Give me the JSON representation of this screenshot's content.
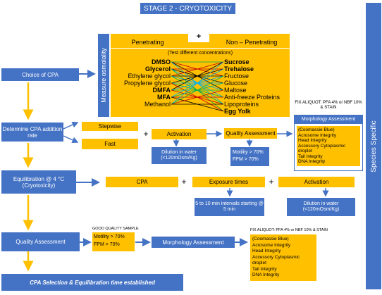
{
  "title": "STAGE 2 - CRYOTOXICITY",
  "side_label": "Species Specific",
  "osmolality_label": "Measure osmolality",
  "cpa": {
    "penetrating_header": "Penetrating",
    "plus": "+",
    "non_penetrating_header": "Non – Penetrating",
    "test_note": "(Test different concentrations)",
    "penetrating": [
      "DMSO",
      "Glycerol",
      "Ethylene glycol",
      "Propylene glycol",
      "DMFA",
      "MFA",
      "Methanol"
    ],
    "non_penetrating": [
      "Sucrose",
      "Trehalose",
      "Fructose",
      "Glucose",
      "Maltose",
      "Anti-freeze Proteins",
      "Lipoproteins",
      "Egg Yolk"
    ]
  },
  "left_column": {
    "choice": "Choice of CPA",
    "addition_rate": "Determine CPA addition rate",
    "equilibration": "Equilibration  @ 4 °C (Cryotoxicity)",
    "quality": "Quality Assessment",
    "final": "CPA Selection & Equilibration  time established"
  },
  "row2": {
    "stepwise": "Stepwise",
    "fast": "Fast",
    "plus": "+",
    "activation": "Activation",
    "dilution": "Dilution in water (<120mOsm/Kg)",
    "quality": "Quality Assessment",
    "quality_values": [
      "Motility > 70%",
      "FPM > 70%"
    ],
    "fix_note": "FIX ALIQUOT: PFA 4% or NBF 10%  & STAIN",
    "morph_header": "Morphology Assessment",
    "morph_items": [
      "(Coomassie Blue)",
      "Acrosome Integrity",
      "Head Integrity",
      "Accessory Cytoplasmic droplet",
      "Tail Integrity",
      "DNA Integrity"
    ]
  },
  "row3": {
    "cpa": "CPA",
    "plus1": "+",
    "exposure": "Exposure times",
    "plus2": "+",
    "activation": "Activation",
    "intervals": "5 to 10 min intervals starting @ 5 min",
    "dilution": "Dilution in water (<120mOsm/Kg)"
  },
  "row4": {
    "good_label": "GOOD QUALITY SAMPLE",
    "values": [
      "Motility > 70%",
      "FPM > 70%"
    ],
    "morph": "Morphology Assessment",
    "fix_note": "FIX ALIQUOT: PFA 4% or NBF 10%  & STAIN",
    "morph_items": [
      "(Coomassie Blue)",
      "Acrosome Integrity",
      "Head Integrity",
      "Accessory Cytoplasmic droplet",
      "Tail Integrity",
      "DNA Integrity"
    ]
  },
  "colors": {
    "blue": "#4472c4",
    "gold": "#ffc000",
    "arrow_gold": "#ffc000"
  }
}
